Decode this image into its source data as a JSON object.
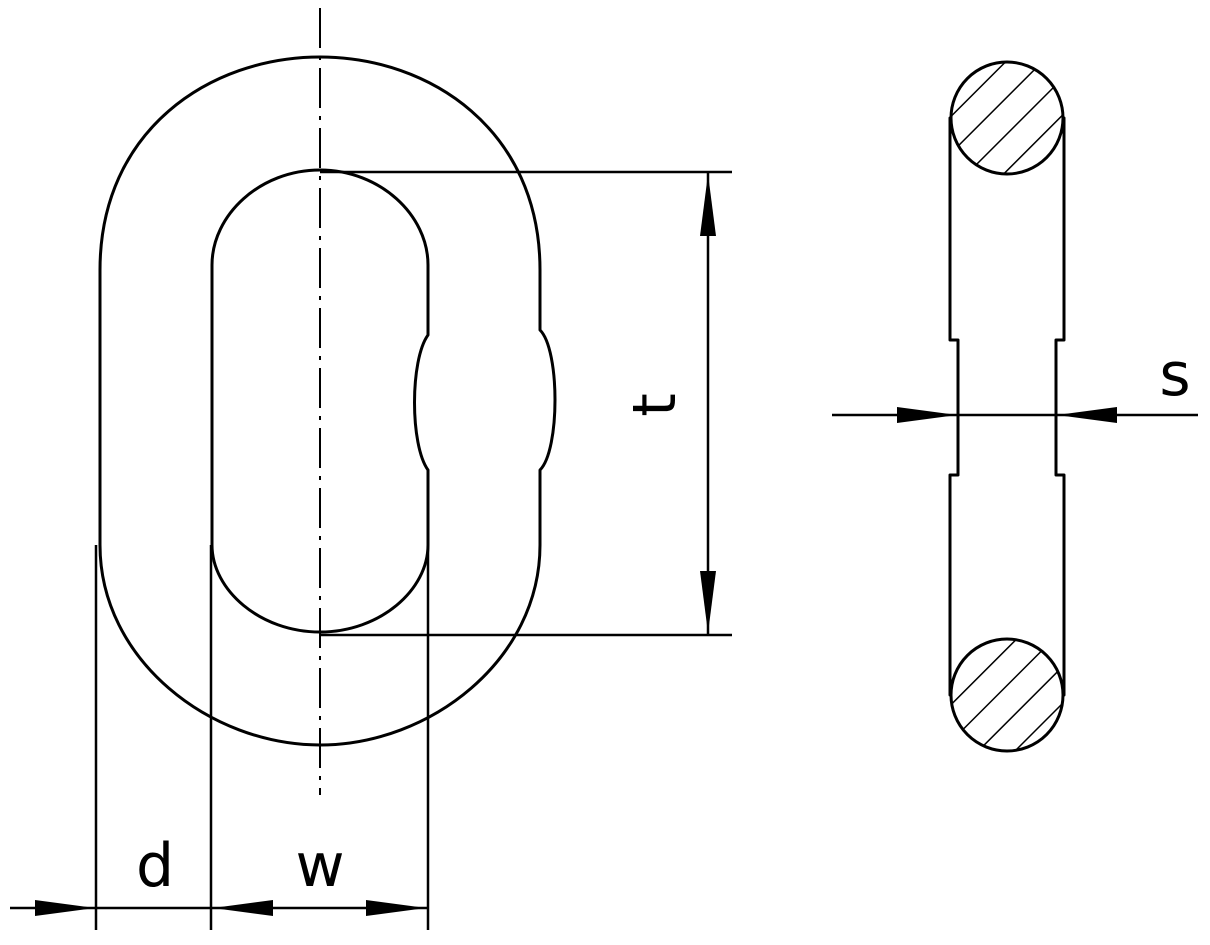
{
  "diagram": {
    "subject": "chain link",
    "views": [
      "front-view",
      "side-section-view"
    ],
    "labels": {
      "d": "d",
      "w": "w",
      "t": "t",
      "s": "s"
    },
    "colors": {
      "line": "#000000",
      "background": "#ffffff"
    }
  }
}
